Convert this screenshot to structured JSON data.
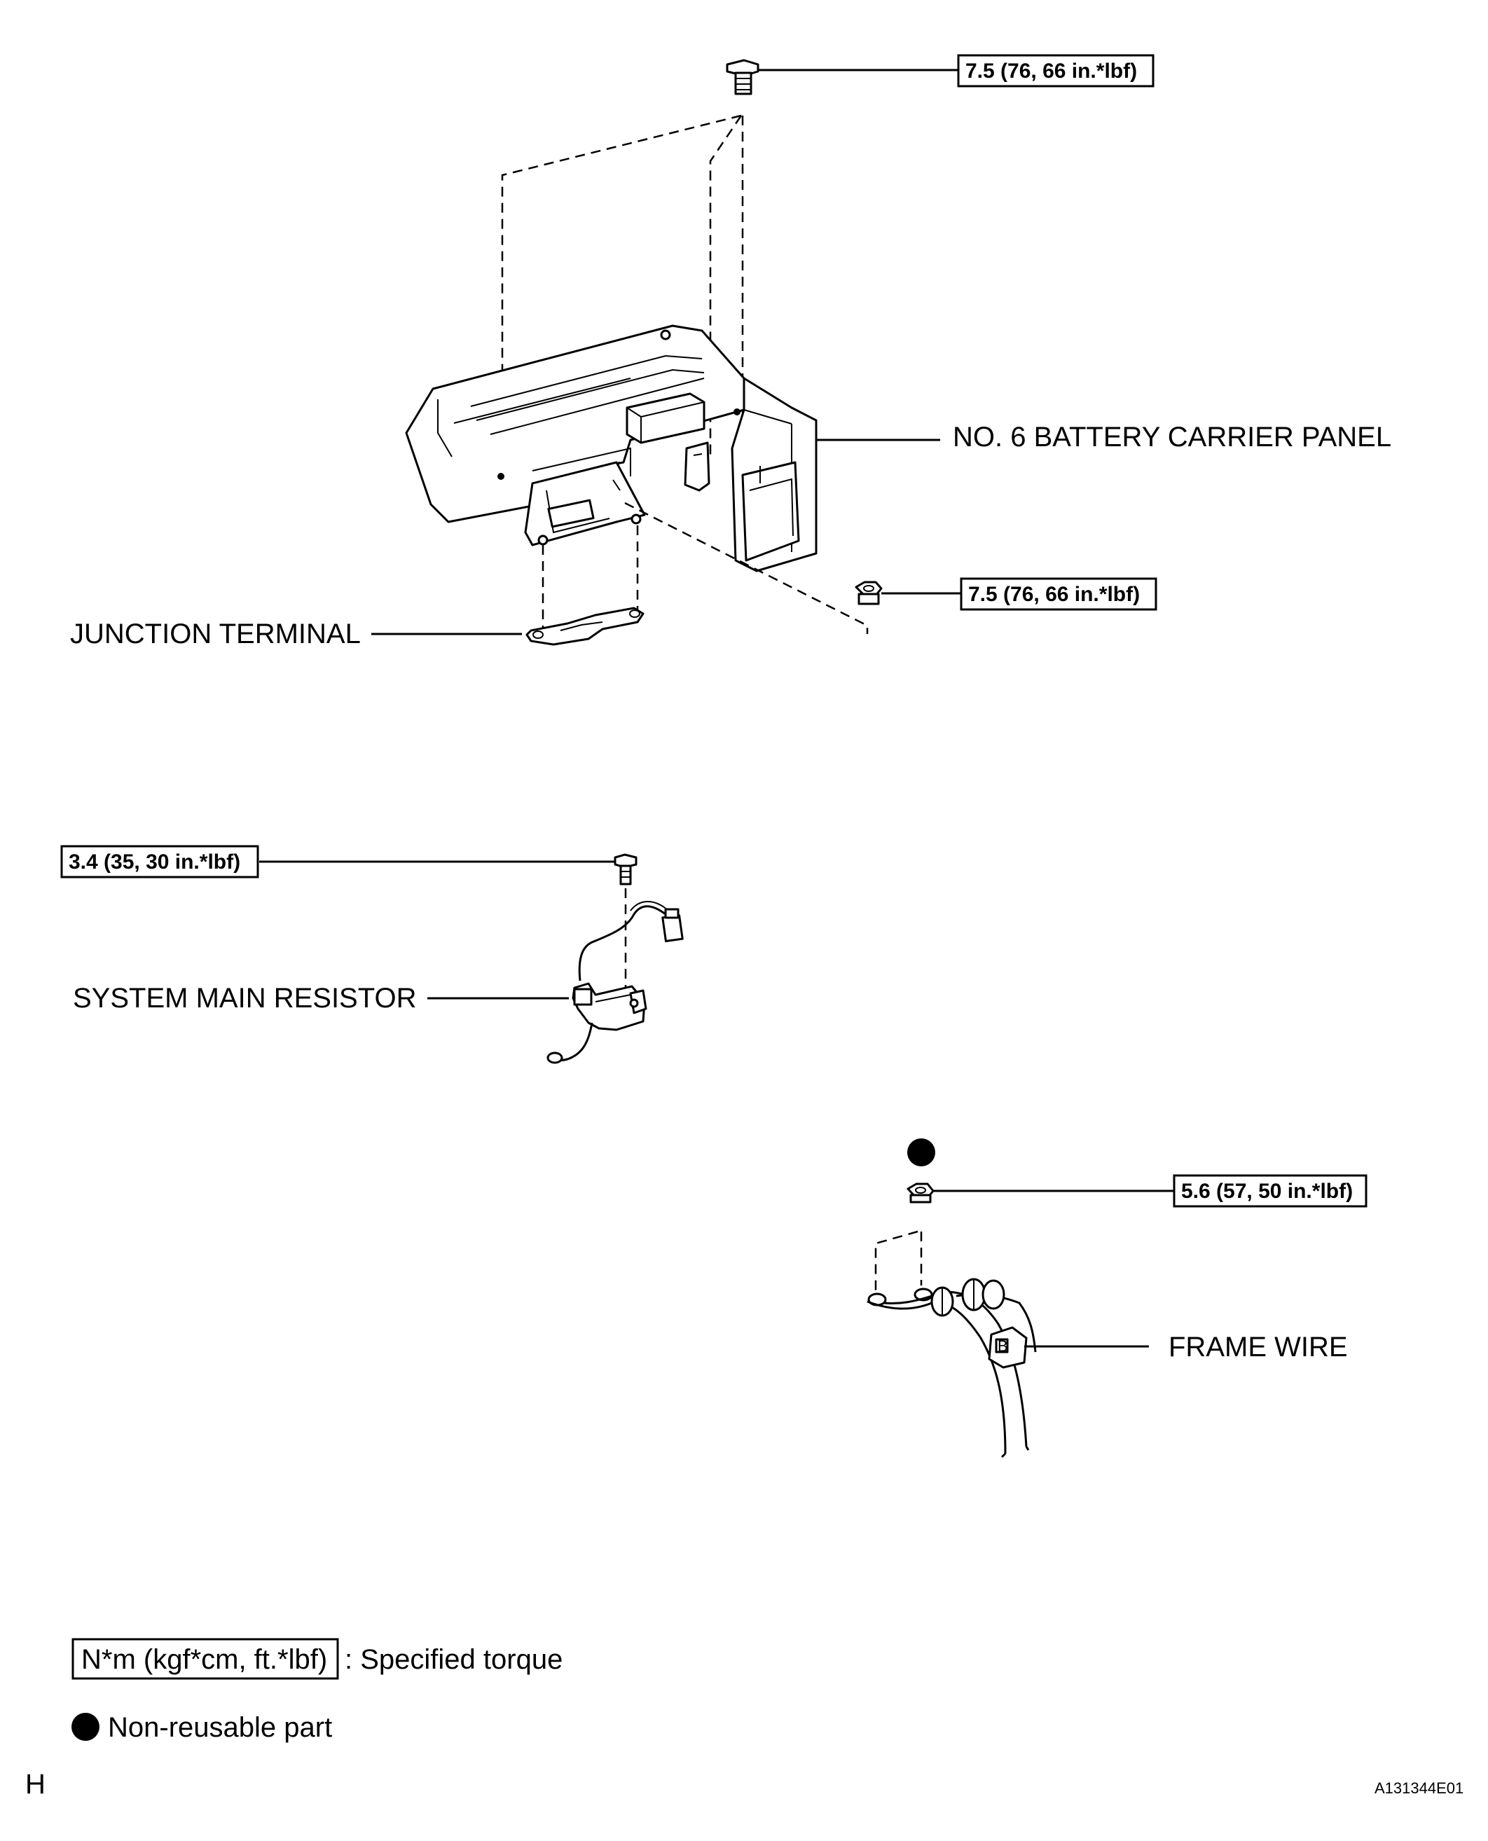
{
  "parts": {
    "battery_carrier_panel": "NO. 6 BATTERY CARRIER PANEL",
    "junction_terminal": "JUNCTION TERMINAL",
    "system_main_resistor": "SYSTEM MAIN RESISTOR",
    "frame_wire": "FRAME WIRE"
  },
  "torques": {
    "top_bolt": "7.5 (76, 66 in.*lbf)",
    "panel_nut": "7.5 (76, 66 in.*lbf)",
    "resistor_bolt": "3.4 (35, 30 in.*lbf)",
    "frame_nut": "5.6 (57, 50 in.*lbf)"
  },
  "legend": {
    "torque_unit": "N*m (kgf*cm, ft.*lbf)",
    "torque_desc": ": Specified torque",
    "nonreusable_desc": "Non-reusable part"
  },
  "footer": {
    "left_code": "H",
    "figure_id": "A131344E01"
  }
}
